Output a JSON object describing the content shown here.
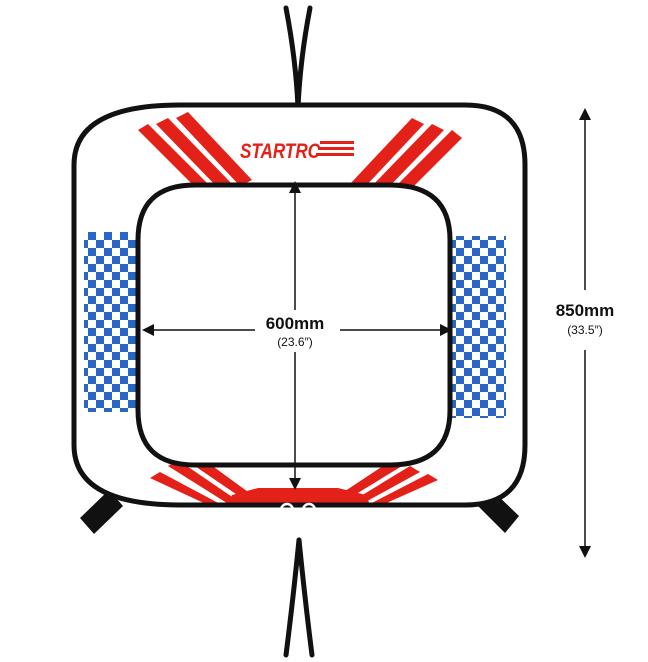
{
  "brand": {
    "name": "STARTRC"
  },
  "inner_dimension": {
    "value": "600mm",
    "imperial": "(23.6″)"
  },
  "outer_dimension": {
    "value": "850mm",
    "imperial": "(33.5″)"
  },
  "colors": {
    "red": "#e32119",
    "blue": "#2a66c5",
    "outline": "#111111",
    "background": "#ffffff"
  },
  "icons": [
    "drone-icon",
    "checkered-pattern",
    "racing-stripes"
  ]
}
